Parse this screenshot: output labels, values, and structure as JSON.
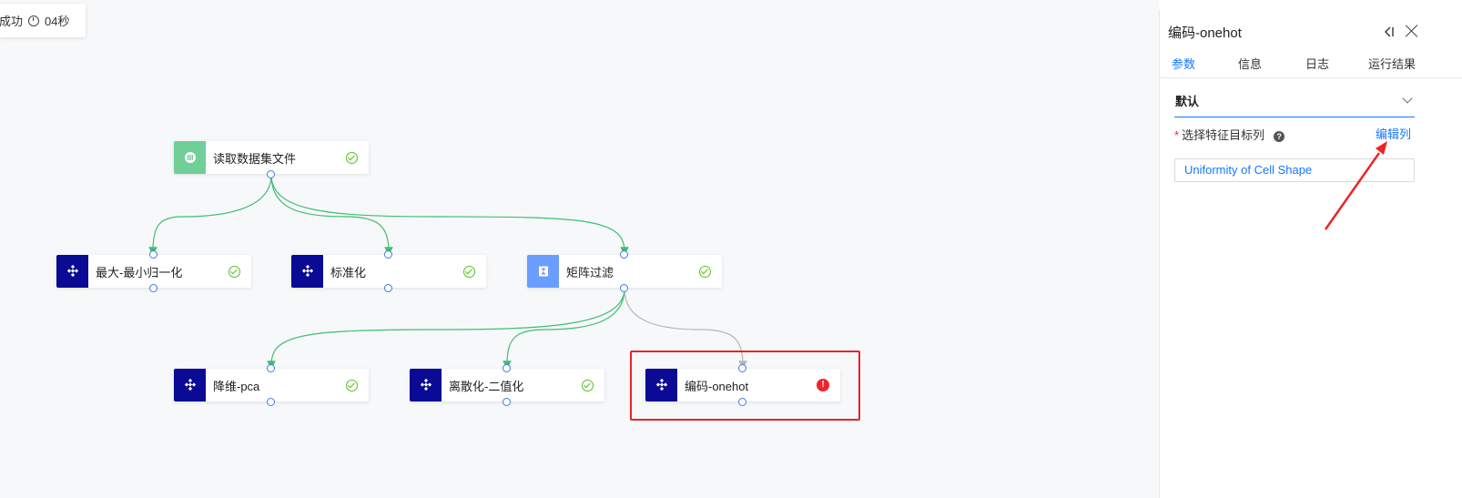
{
  "status": {
    "text": "成功",
    "duration": "04秒"
  },
  "nodes": {
    "read": {
      "label": "读取数据集文件",
      "icon": "database-icon",
      "status": "success"
    },
    "minmax": {
      "label": "最大-最小归一化",
      "icon": "component-icon",
      "status": "success"
    },
    "standard": {
      "label": "标准化",
      "icon": "component-icon",
      "status": "success"
    },
    "filter": {
      "label": "矩阵过滤",
      "icon": "hourglass-icon",
      "status": "success"
    },
    "pca": {
      "label": "降维-pca",
      "icon": "component-icon",
      "status": "success"
    },
    "binarize": {
      "label": "离散化-二值化",
      "icon": "component-icon",
      "status": "success"
    },
    "onehot": {
      "label": "编码-onehot",
      "icon": "component-icon",
      "status": "error"
    }
  },
  "panel": {
    "title": "编码-onehot",
    "tabs": [
      {
        "label": "参数",
        "active": true
      },
      {
        "label": "信息",
        "active": false
      },
      {
        "label": "日志",
        "active": false
      },
      {
        "label": "运行结果",
        "active": false
      }
    ],
    "section": {
      "title": "默认"
    },
    "field": {
      "required_mark": "*",
      "label": "选择特征目标列",
      "help": "?",
      "edit_link": "编辑列",
      "value": "Uniformity of Cell Shape"
    }
  },
  "colors": {
    "accent": "#1677ff",
    "node_navy": "#0a0a94",
    "node_green": "#6fcf97",
    "node_blue": "#6b9dff",
    "edge_success": "#3fbf6f",
    "edge_pending": "#b5b5b5",
    "highlight": "#e8232a",
    "success": "#52c41a",
    "error": "#f5222d"
  }
}
